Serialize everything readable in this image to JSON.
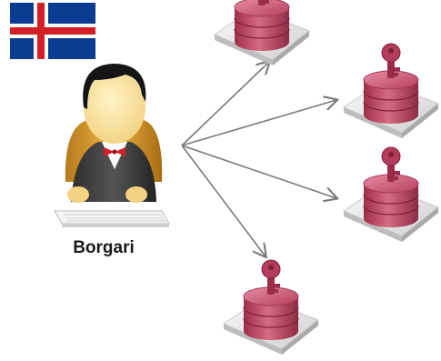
{
  "person": {
    "name": "Borgari"
  },
  "flag": {
    "country": "Iceland",
    "colors": {
      "field": "#0a3d91",
      "cross_outer": "#ffffff",
      "cross_inner": "#d41f26"
    }
  },
  "database": {
    "icon": "encrypted-database-icon",
    "colors": {
      "body": "#c44d6b",
      "key": "#9a2c49",
      "base": "#dcdcdc"
    }
  },
  "arrows": {
    "color": "#7a7a7a",
    "count": 4
  }
}
